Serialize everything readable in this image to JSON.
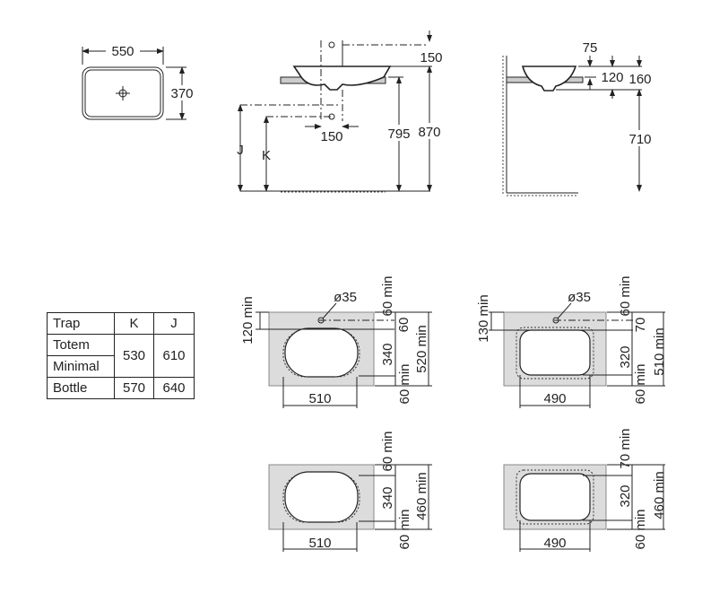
{
  "plan_view": {
    "width": "550",
    "depth": "370"
  },
  "front_view": {
    "tap_spacing": "150",
    "top_offset": "150",
    "trap_spacing": "150",
    "counter_height": "795",
    "rim_height": "870",
    "label_j": "J",
    "label_k": "K"
  },
  "side_view": {
    "dim_75": "75",
    "dim_120": "120",
    "dim_160": "160",
    "dim_710": "710"
  },
  "trap_table": {
    "headers": [
      "Trap",
      "K",
      "J"
    ],
    "rows": [
      {
        "names": [
          "Totem",
          "Minimal"
        ],
        "k": "530",
        "j": "610"
      },
      {
        "names": [
          "Bottle"
        ],
        "k": "570",
        "j": "640"
      }
    ]
  },
  "cutouts": [
    {
      "left": "120 min",
      "hole": "ø35",
      "top": "60 min",
      "hole_offset": "60",
      "depth": "340",
      "total": "520 min",
      "bottom": "60 min",
      "width": "510"
    },
    {
      "left": "130 min",
      "hole": "ø35",
      "top": "60 min",
      "hole_offset": "70",
      "depth": "320",
      "total": "510 min",
      "bottom": "60 min",
      "width": "490"
    },
    {
      "top": "60 min",
      "depth": "340",
      "total": "460 min",
      "bottom": "60 min",
      "width": "510"
    },
    {
      "top": "70 min",
      "depth": "320",
      "total": "460 min",
      "bottom": "60 min",
      "width": "490"
    }
  ]
}
